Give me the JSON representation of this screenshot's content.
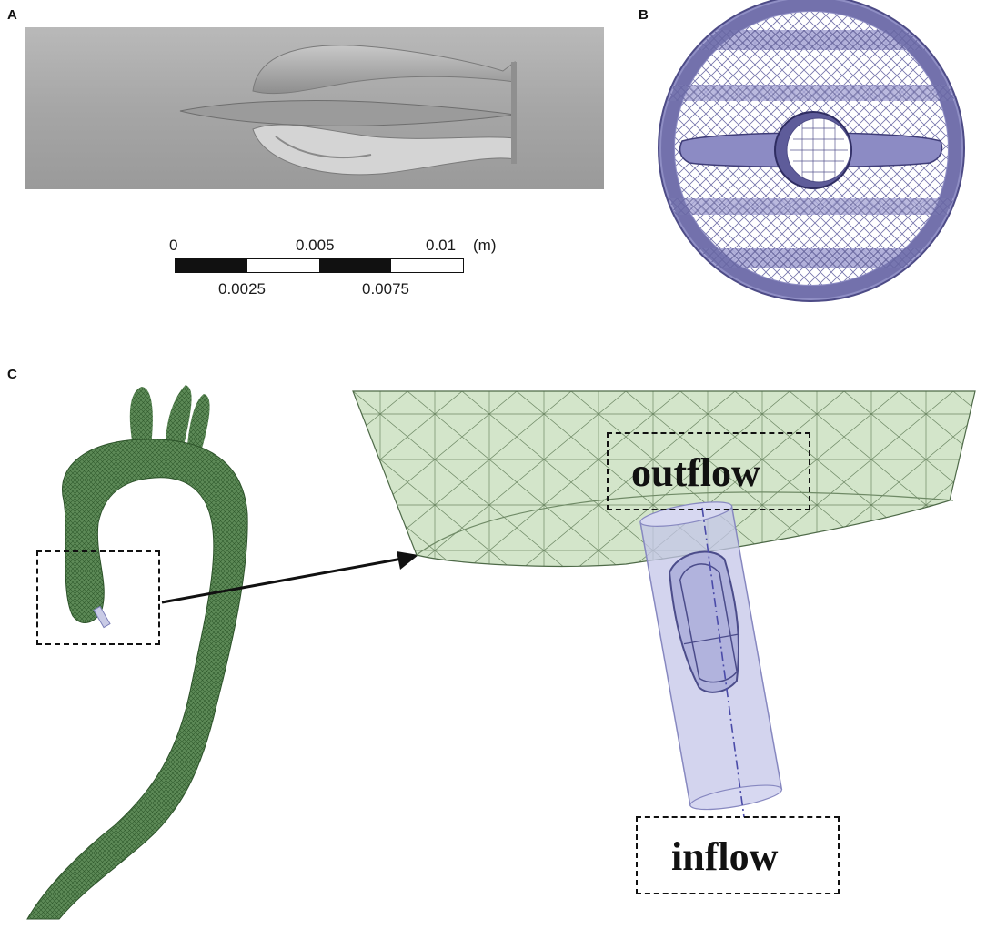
{
  "panels": {
    "a": {
      "label": "A"
    },
    "b": {
      "label": "B"
    },
    "c": {
      "label": "C"
    }
  },
  "scale_bar": {
    "top_ticks": [
      "0",
      "0.005",
      "0.01"
    ],
    "bottom_ticks": [
      "0.0025",
      "0.0075"
    ],
    "unit": "(m)"
  },
  "annotations": {
    "outflow": "outflow",
    "inflow": "inflow"
  },
  "colors": {
    "model_gray": "#a3a3a3",
    "mesh_blue": "#7a78b8",
    "aorta_green": "#4a7a46",
    "zoom_green": "#cfe3c6",
    "device_blue": "#b7b8e0"
  }
}
